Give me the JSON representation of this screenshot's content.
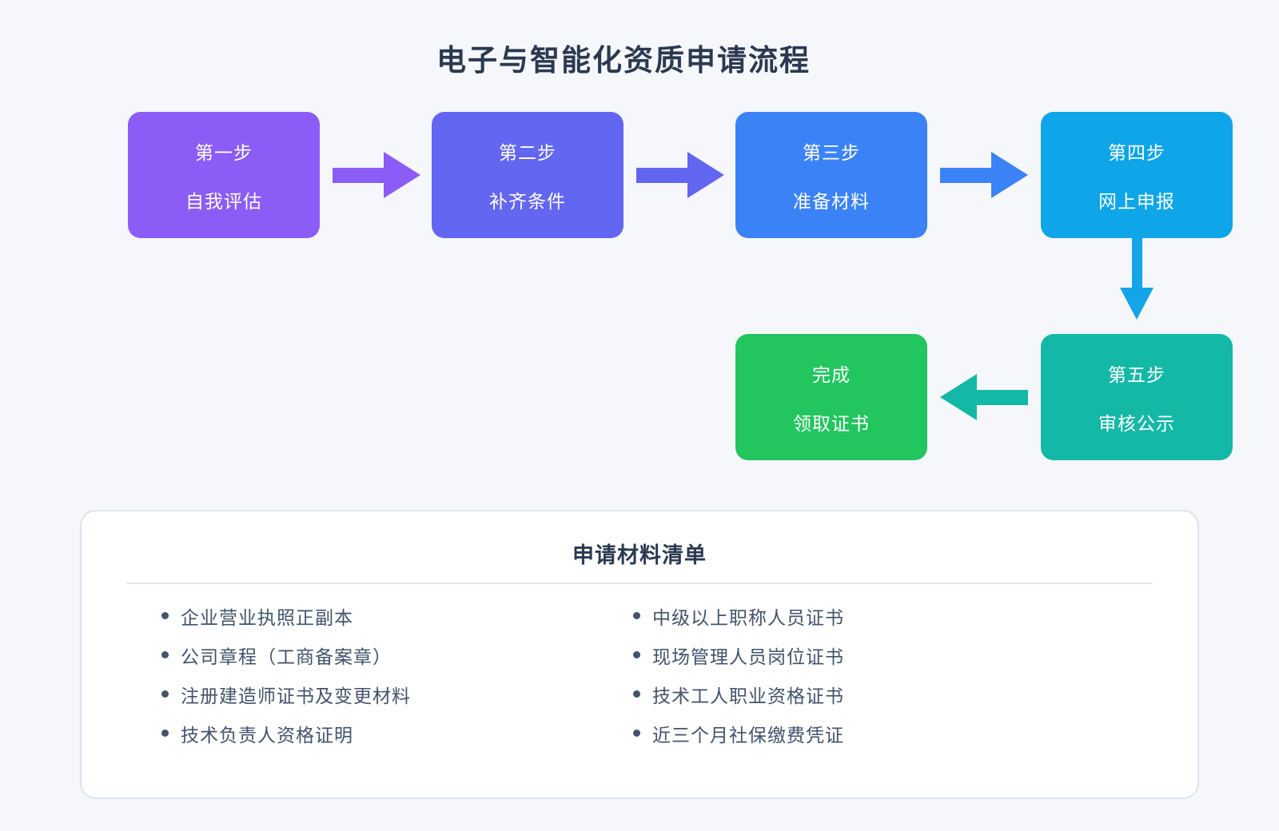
{
  "page": {
    "title": "电子与智能化资质申请流程",
    "background": "#f5f7fa"
  },
  "flow": {
    "steps": [
      {
        "title": "第一步",
        "subtitle": "自我评估",
        "color": "#8b5cf6",
        "arrow": "right",
        "arrow_color": "#8b5cf6"
      },
      {
        "title": "第二步",
        "subtitle": "补齐条件",
        "color": "#6366f1",
        "arrow": "right",
        "arrow_color": "#6366f1"
      },
      {
        "title": "第三步",
        "subtitle": "准备材料",
        "color": "#3b82f6",
        "arrow": "right",
        "arrow_color": "#3b82f6"
      },
      {
        "title": "第四步",
        "subtitle": "网上申报",
        "color": "#0ea5e9",
        "arrow": "down",
        "arrow_color": "#14a4e8"
      },
      {
        "title": "第五步",
        "subtitle": "审核公示",
        "color": "#14b8a6",
        "arrow": "left",
        "arrow_color": "#14b8a6"
      }
    ],
    "final_step": {
      "title": "完成",
      "subtitle": "领取证书",
      "color": "#22c55e"
    }
  },
  "materials": {
    "heading": "申请材料清单",
    "columns": [
      {
        "items": [
          "企业营业执照正副本",
          "公司章程（工商备案章）",
          "注册建造师证书及变更材料",
          "技术负责人资格证明"
        ]
      },
      {
        "items": [
          "中级以上职称人员证书",
          "现场管理人员岗位证书",
          "技术工人职业资格证书",
          "近三个月社保缴费凭证"
        ]
      }
    ]
  }
}
